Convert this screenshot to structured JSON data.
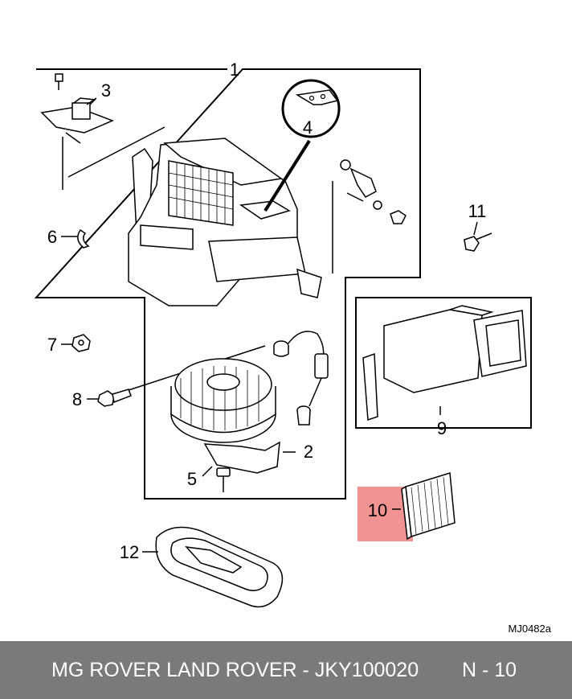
{
  "callouts": {
    "c1": "1",
    "c2": "2",
    "c3": "3",
    "c4": "4",
    "c5": "5",
    "c6": "6",
    "c7": "7",
    "c8": "8",
    "c9": "9",
    "c10": "10",
    "c11": "11",
    "c12": "12"
  },
  "drawing_ref": "MJ0482a",
  "highlight_color": "#f08080",
  "footer": {
    "title": "MG ROVER LAND ROVER - JKY100020",
    "code": "N - 10",
    "background": "#7a7a7a"
  }
}
